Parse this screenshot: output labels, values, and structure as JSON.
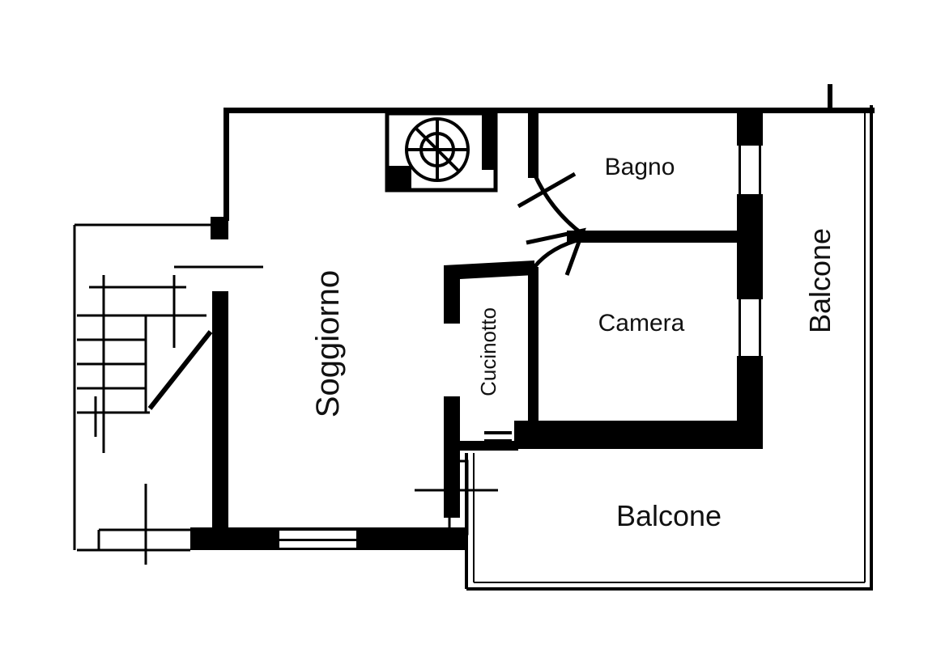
{
  "rooms": {
    "bagno": "Bagno",
    "camera": "Camera",
    "balcone_right": "Balcone",
    "soggiorno": "Soggiorno",
    "cucinotto": "Cucinotto",
    "balcone_bottom": "Balcone"
  },
  "colors": {
    "wall": "#000000",
    "background": "#ffffff"
  }
}
